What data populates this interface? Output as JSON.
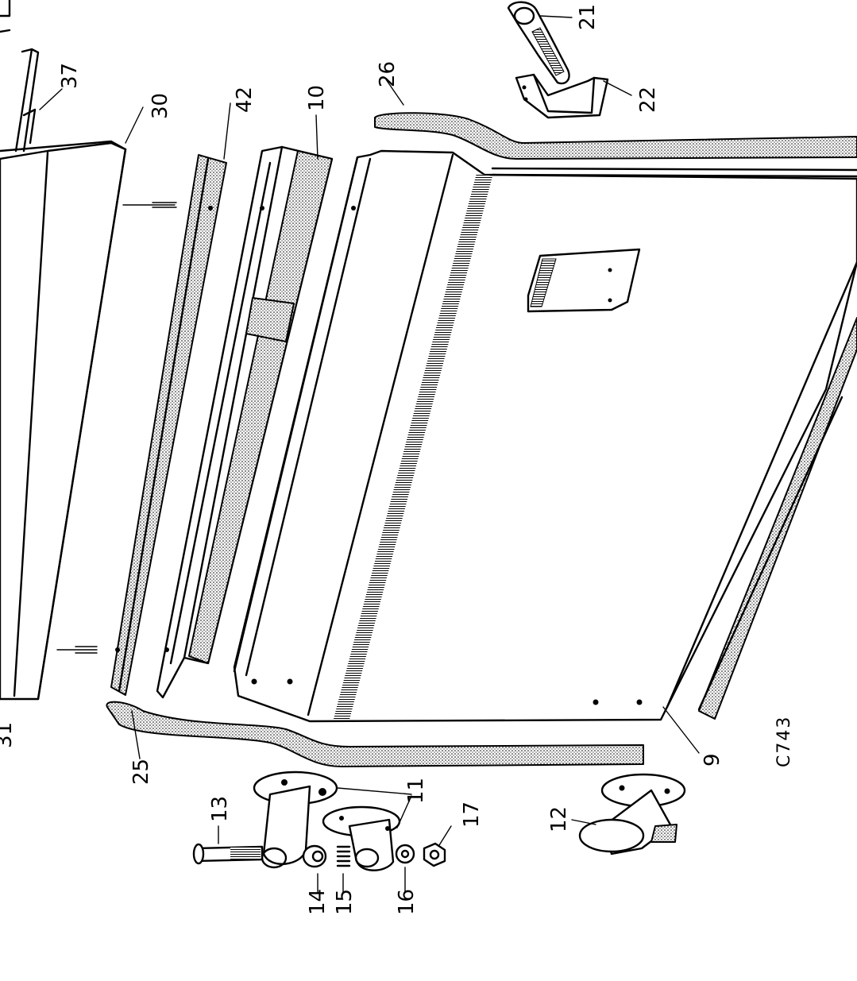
{
  "diagram": {
    "reference_code": "C743",
    "callouts": [
      {
        "id": "n9",
        "text": "9"
      },
      {
        "id": "n10",
        "text": "10"
      },
      {
        "id": "n11",
        "text": "11"
      },
      {
        "id": "n12",
        "text": "12"
      },
      {
        "id": "n13",
        "text": "13"
      },
      {
        "id": "n14",
        "text": "14"
      },
      {
        "id": "n15",
        "text": "15"
      },
      {
        "id": "n16",
        "text": "16"
      },
      {
        "id": "n17",
        "text": "17"
      },
      {
        "id": "n21",
        "text": "21"
      },
      {
        "id": "n22",
        "text": "22"
      },
      {
        "id": "n25",
        "text": "25"
      },
      {
        "id": "n26",
        "text": "26"
      },
      {
        "id": "n30",
        "text": "30"
      },
      {
        "id": "n31",
        "text": "31"
      },
      {
        "id": "n37",
        "text": "37"
      },
      {
        "id": "n42",
        "text": "42"
      }
    ]
  }
}
